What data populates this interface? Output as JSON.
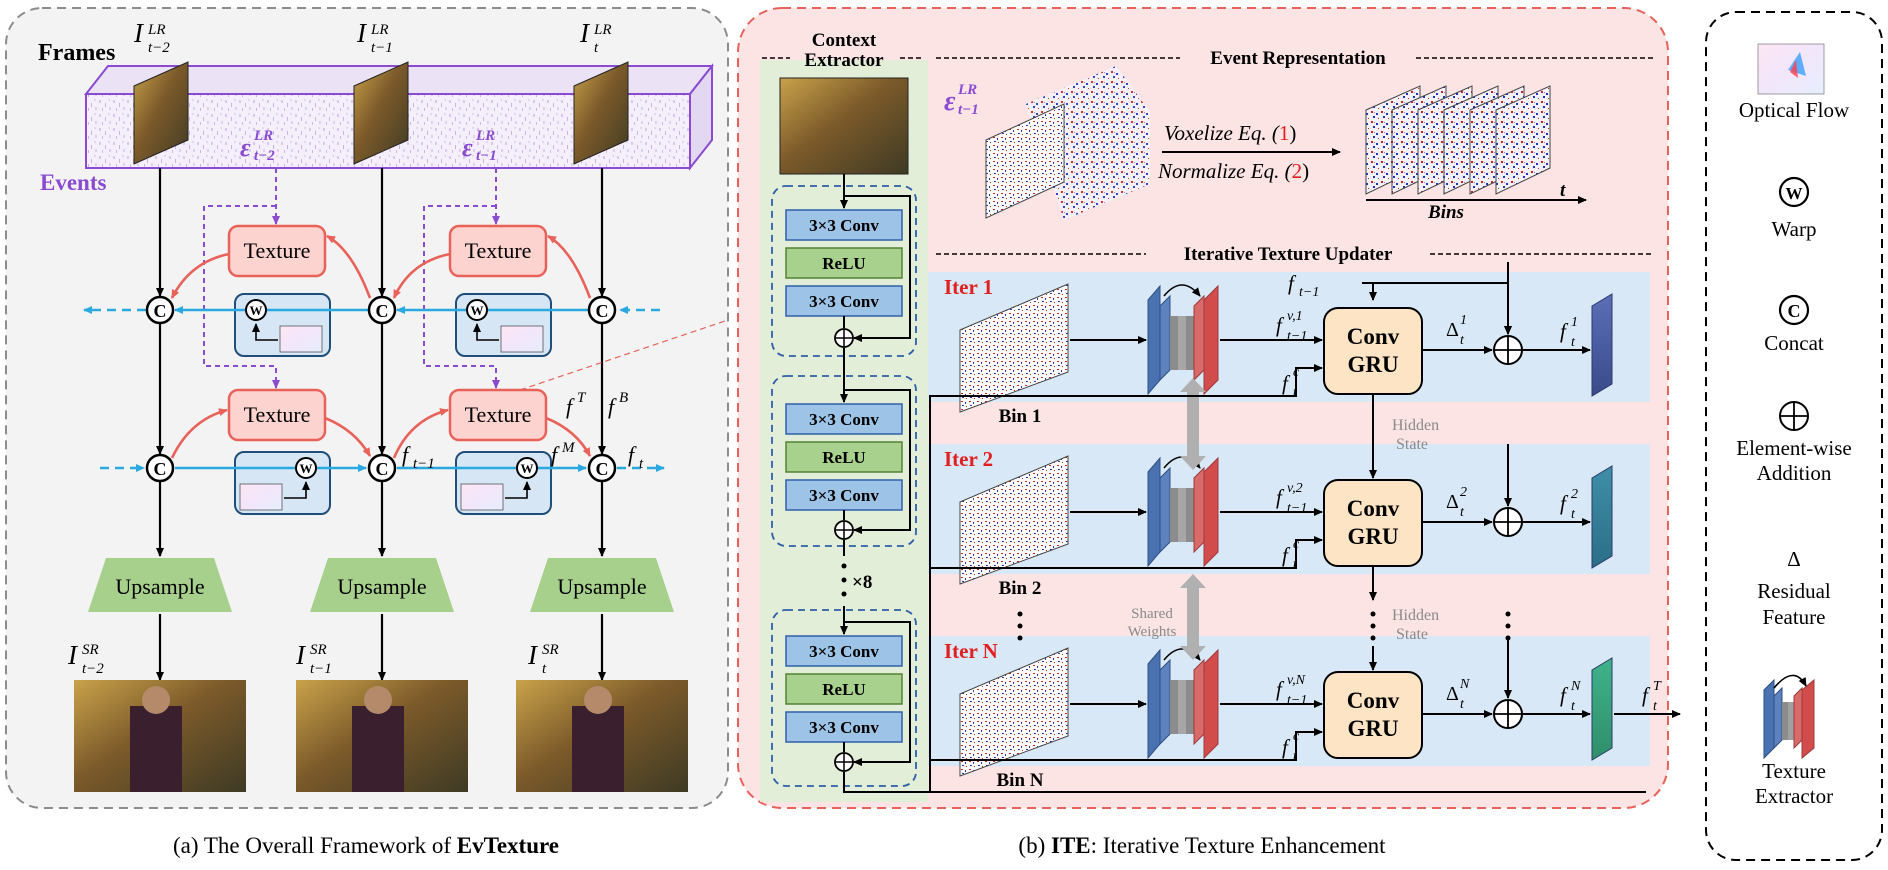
{
  "panel_a": {
    "frames_label": "Frames",
    "events_label": "Events",
    "frame_titles": [
      "I",
      "I",
      "I"
    ],
    "frame_title_subs": [
      "t−2",
      "t−1",
      "t"
    ],
    "frame_title_sups": [
      "LR",
      "LR",
      "LR"
    ],
    "event_labels": [
      "ε",
      "ε"
    ],
    "event_label_subs": [
      "t−2",
      "t−1"
    ],
    "event_label_sups": [
      "LR",
      "LR"
    ],
    "texture_label": "Texture",
    "upsample_label": "Upsample",
    "concat_symbol": "C",
    "warp_symbol": "W",
    "feature_labels": {
      "fT": "f",
      "fT_sup": "T",
      "fB": "f",
      "fB_sup": "B",
      "fM": "f",
      "fM_sup": "M",
      "ftm1": "f",
      "ftm1_sub": "t−1",
      "ft": "f",
      "ft_sub": "t"
    },
    "output_titles": [
      "I",
      "I",
      "I"
    ],
    "output_title_subs": [
      "t−2",
      "t−1",
      "t"
    ],
    "output_title_sups": [
      "SR",
      "SR",
      "SR"
    ],
    "caption_prefix": "(a) The Overall Framework of ",
    "caption_bold": "EvTexture"
  },
  "panel_b": {
    "context_extractor_line1": "Context",
    "context_extractor_line2": "Extractor",
    "event_representation_title": "Event Representation",
    "event_symbol": "ε",
    "event_sub": "t−1",
    "event_sup": "LR",
    "voxelize_text": "Voxelize Eq. (",
    "voxelize_num": "1",
    "normalize_text": "Normalize Eq. (",
    "normalize_num": "2",
    "close_paren": ")",
    "bins_label": "Bins",
    "time_label": "t",
    "conv_label": "3×3 Conv",
    "relu_label": "ReLU",
    "repeat_label": "×8",
    "updater_title": "Iterative Texture Updater",
    "iterations": [
      {
        "iter": "Iter 1",
        "bin": "Bin 1",
        "fv_sup": "v,1",
        "delta_sup": "1",
        "fout_sup": "1"
      },
      {
        "iter": "Iter 2",
        "bin": "Bin 2",
        "fv_sup": "v,2",
        "delta_sup": "2",
        "fout_sup": "2"
      },
      {
        "iter": "Iter N",
        "bin": "Bin N",
        "fv_sup": "v,N",
        "delta_sup": "N",
        "fout_sup": "N"
      }
    ],
    "gru_line1": "Conv",
    "gru_line2": "GRU",
    "hidden_state_line1": "Hidden",
    "hidden_state_line2": "State",
    "shared_weights_line1": "Shared",
    "shared_weights_line2": "Weights",
    "f_symbol": "f",
    "delta_symbol": "Δ",
    "t_sub": "t",
    "tm1_sub": "t−1",
    "c_sup": "c",
    "T_sup": "T",
    "caption_prefix": "(b) ",
    "caption_bold": "ITE",
    "caption_rest": ": Iterative Texture Enhancement"
  },
  "legend": {
    "optical_flow": "Optical Flow",
    "warp_symbol": "W",
    "warp": "Warp",
    "concat_symbol": "C",
    "concat": "Concat",
    "addition_line1": "Element-wise",
    "addition_line2": "Addition",
    "delta_symbol": "Δ",
    "residual_line1": "Residual",
    "residual_line2": "Feature",
    "texture_extractor_line1": "Texture",
    "texture_extractor_line2": "Extractor"
  },
  "colors": {
    "purple": "#8a4bd1",
    "texture_fill": "#fcd3cf",
    "texture_stroke": "#e8625a",
    "blue_arrow": "#29a9e0",
    "warp_fill": "#d6e6f5",
    "upsample_green": "#a8d08d",
    "conv_blue": "#9dc3e6",
    "relu_green": "#a9d18e",
    "gru_fill": "#fce4c4",
    "red_label": "#e02020",
    "panel_b_bg": "#fce4e4"
  }
}
